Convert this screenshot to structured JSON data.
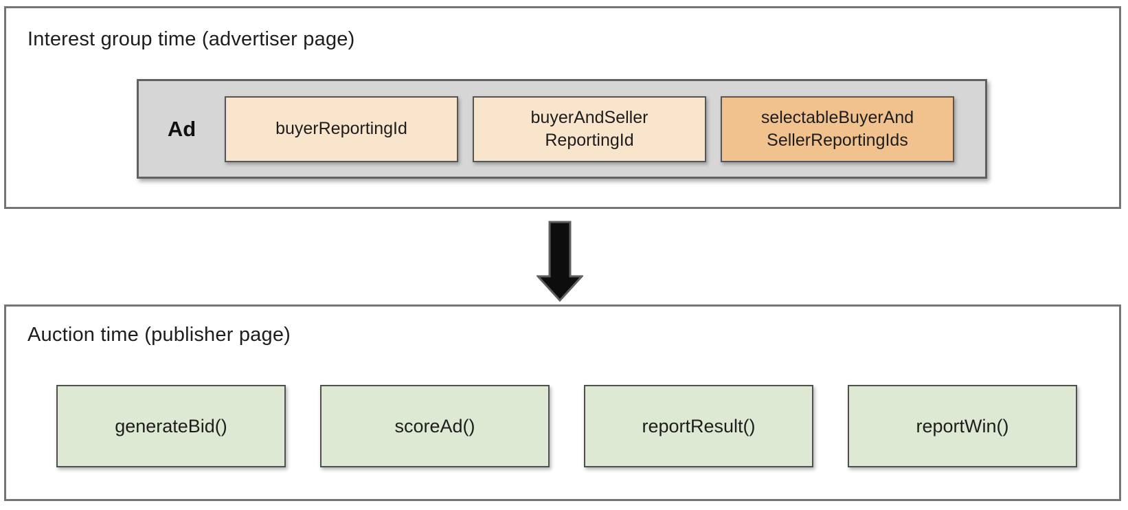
{
  "top_section": {
    "title": "Interest group time (advertiser page)",
    "ad_container": {
      "label": "Ad",
      "boxes": [
        {
          "label": "buyerReportingId",
          "variant": "peach",
          "fill": "#f8e5cb"
        },
        {
          "label": "buyerAndSeller\nReportingId",
          "variant": "peach",
          "fill": "#f8e5cb"
        },
        {
          "label": "selectableBuyerAnd\nSellerReportingIds",
          "variant": "orange",
          "fill": "#f2c28e"
        }
      ]
    }
  },
  "arrow": {
    "icon": "down-arrow-icon",
    "fill": "#0d0d0d",
    "outline": "#5f5f5f"
  },
  "bottom_section": {
    "title": "Auction time (publisher page)",
    "function_boxes": [
      {
        "label": "generateBid()"
      },
      {
        "label": "scoreAd()"
      },
      {
        "label": "reportResult()"
      },
      {
        "label": "reportWin()"
      }
    ]
  },
  "colors": {
    "ad_container_fill": "#d6d6d6",
    "peach_fill": "#f8e5cb",
    "orange_fill": "#f2c28e",
    "green_fill": "#dde9d3",
    "inner_border": "#565656",
    "outer_border": "#757575",
    "text": "#1d1d1d"
  }
}
